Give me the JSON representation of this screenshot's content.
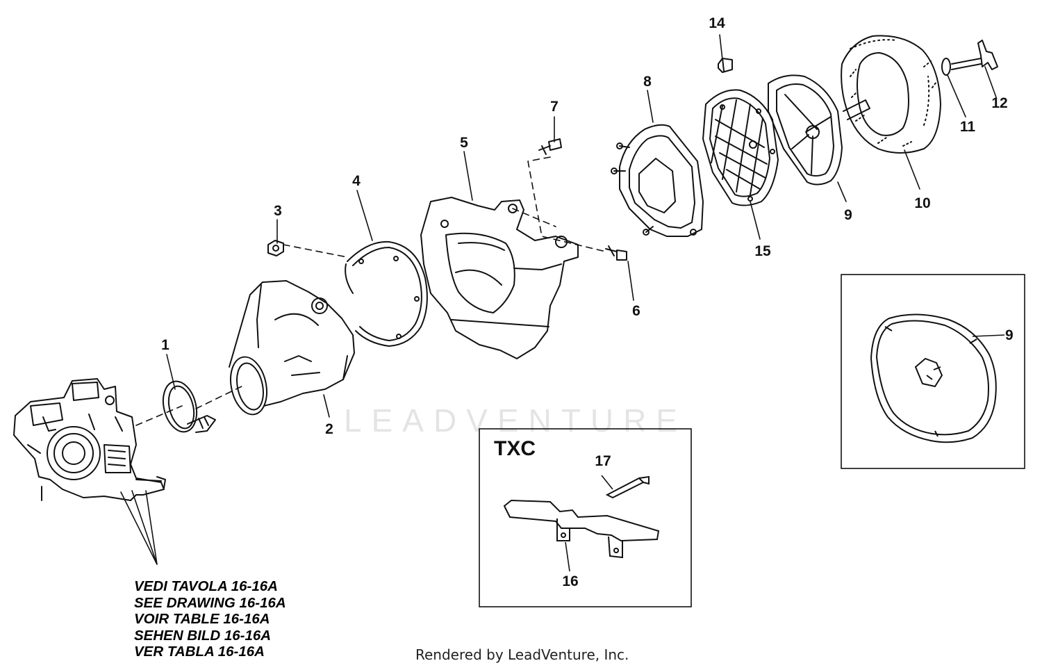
{
  "callouts": [
    "1",
    "2",
    "3",
    "4",
    "5",
    "6",
    "7",
    "8",
    "9",
    "10",
    "11",
    "12",
    "14",
    "15",
    "16",
    "17"
  ],
  "inset_callout_9": "9",
  "inset_txc": {
    "title": "TXC"
  },
  "note_lines": [
    "VEDI TAVOLA 16-16A",
    "SEE DRAWING 16-16A",
    "VOIR TABLE 16-16A",
    "SEHEN BILD 16-16A",
    "VER TABLA 16-16A"
  ],
  "watermark": "LEADVENTURE",
  "credit": "Rendered by LeadVenture, Inc."
}
